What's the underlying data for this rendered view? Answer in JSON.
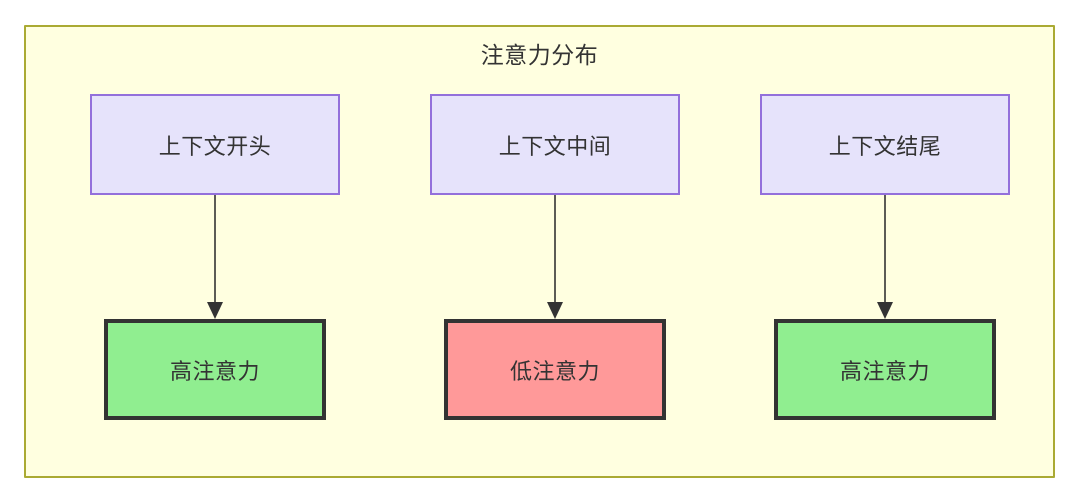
{
  "diagram": {
    "title": "注意力分布",
    "background_color": "#ffffff",
    "container": {
      "fill": "#ffffe0",
      "stroke": "#aaaa33"
    },
    "palette": {
      "context_fill": "#e6e3fb",
      "context_stroke": "#9370db",
      "high_attention_fill": "#90ee90",
      "low_attention_fill": "#ff9999",
      "node_stroke": "#333333",
      "text_color": "#333333",
      "arrow_color": "#333333"
    },
    "columns": [
      {
        "top_node": {
          "label": "上下文开头"
        },
        "bottom_node": {
          "label": "高注意力",
          "level": "high"
        },
        "edge": {
          "style": "solid-arrow",
          "direction": "down"
        }
      },
      {
        "top_node": {
          "label": "上下文中间"
        },
        "bottom_node": {
          "label": "低注意力",
          "level": "low"
        },
        "edge": {
          "style": "solid-arrow",
          "direction": "down"
        }
      },
      {
        "top_node": {
          "label": "上下文结尾"
        },
        "bottom_node": {
          "label": "高注意力",
          "level": "high"
        },
        "edge": {
          "style": "solid-arrow",
          "direction": "down"
        }
      }
    ]
  }
}
